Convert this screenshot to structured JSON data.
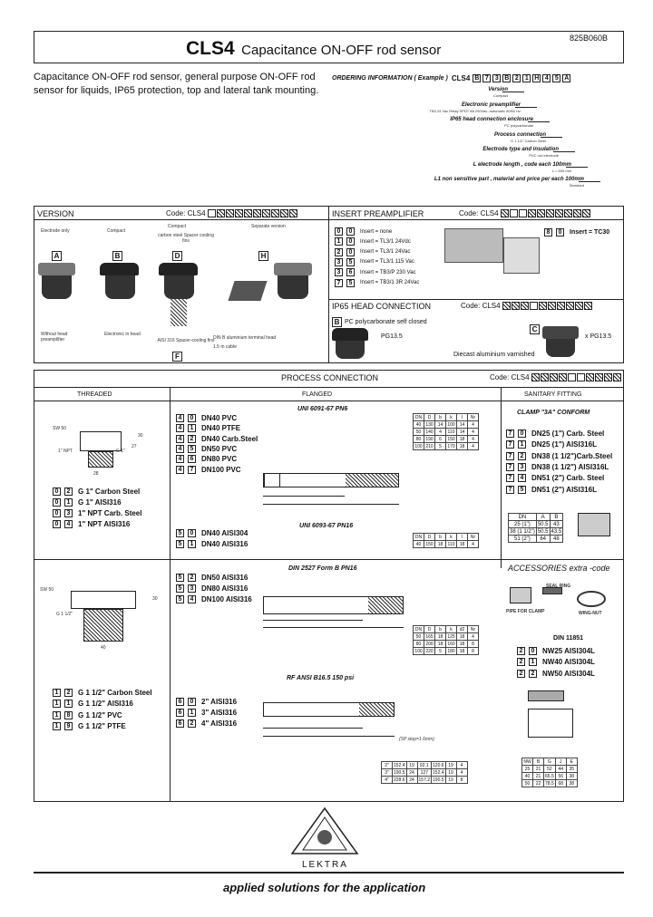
{
  "header": {
    "doc_code": "825B060B",
    "model": "CLS4",
    "subtitle": "Capacitance ON-OFF rod sensor"
  },
  "intro": {
    "text": "Capacitance ON-OFF rod sensor, general purpose ON-OFF rod sensor for liquids, IP65 protection, top and lateral tank mounting."
  },
  "ordering": {
    "title": "ORDERING INFORMATION ( Example )",
    "model": "CLS4",
    "code": [
      "B",
      "7",
      "3",
      "B",
      "2",
      "1",
      "H",
      "4",
      "5",
      "A"
    ],
    "lines": [
      {
        "label": "Version",
        "sub": "Compact"
      },
      {
        "label": "Electronic preamplifier",
        "sub": "TB3 24 Vac Relay SPDT 8A 250Vac, automatic 50/60 Hz"
      },
      {
        "label": "IP65 head connection enclosure",
        "sub": "PC polycarbonate"
      },
      {
        "label": "Process connection",
        "sub": "G 1 1/2\" Carbon Steel"
      },
      {
        "label": "Electrode type and insulation",
        "sub": "PVC rod electrode"
      },
      {
        "label": "L electrode length , code each 100mm",
        "sub": "L = 500 mm"
      },
      {
        "label": "L1 non sensitive part , material and price per each 100mm",
        "sub": "Standard"
      }
    ]
  },
  "version": {
    "title": "VERSION",
    "code_label": "Code: CLS4",
    "items": [
      {
        "letter": "A",
        "name": "Electrode only",
        "note": "Without head preamplifier"
      },
      {
        "letter": "B",
        "name": "Compact",
        "note": "Electronic in head"
      },
      {
        "letter": "D",
        "name": "Compact",
        "note": "carbon steel Spacer cooling fins",
        "note2": "AISI 316 Spacer-cooling fins"
      },
      {
        "letter": "F",
        "name": "",
        "note": ""
      },
      {
        "letter": "H",
        "name": "Separate version",
        "note": "DIN B aluminium terminal head",
        "note2": "1.5 m cable"
      }
    ]
  },
  "insert": {
    "title": "INSERT PREAMPLIFIER",
    "code_label": "Code: CLS4",
    "items": [
      {
        "code": [
          "0",
          "0"
        ],
        "text": "Insert = none"
      },
      {
        "code": [
          "1",
          "0"
        ],
        "text": "Insert = TL3/1 24Vdc"
      },
      {
        "code": [
          "2",
          "0"
        ],
        "text": "Insert = TL3/1 24Vac"
      },
      {
        "code": [
          "3",
          "5"
        ],
        "text": "Insert = TL3/1 115 Vac"
      },
      {
        "code": [
          "3",
          "6"
        ],
        "text": "Insert = TB3/P 230 Vac"
      },
      {
        "code": [
          "7",
          "5"
        ],
        "text": "Insert = TB3/1 3R 24Vac"
      }
    ],
    "extra": {
      "code": [
        "8",
        "0"
      ],
      "text": "Insert = TC30"
    }
  },
  "head": {
    "title": "IP65 HEAD CONNECTION",
    "code_label": "Code: CLS4",
    "item_b": {
      "letter": "B",
      "text": "PC polycarbonate self closed",
      "sub": "PG13.5"
    },
    "item_c": {
      "letter": "C",
      "text": "x PG13.5",
      "sub": "Diecast aluminium varnished"
    }
  },
  "process": {
    "title": "PROCESS CONNECTION",
    "code_label": "Code: CLS4",
    "cols": [
      "THREADED",
      "FLANGED",
      "SANITARY FITTING"
    ],
    "threaded_a": {
      "sw": "SW 50",
      "dims": [
        "1\" NPT",
        "G 1\"",
        "27",
        "30",
        "28"
      ],
      "items": [
        {
          "code": [
            "0",
            "2"
          ],
          "text": "G 1\" Carbon Steel"
        },
        {
          "code": [
            "0",
            "1"
          ],
          "text": "G 1\" AISI316"
        },
        {
          "code": [
            "0",
            "3"
          ],
          "text": "1\" NPT Carb. Steel"
        },
        {
          "code": [
            "0",
            "4"
          ],
          "text": "1\" NPT AISI316"
        }
      ]
    },
    "threaded_b": {
      "sw": "SW 50",
      "dims": [
        "G 1 1/2\"",
        "30",
        "40"
      ],
      "items": [
        {
          "code": [
            "1",
            "2"
          ],
          "text": "G 1 1/2\"  Carbon Steel"
        },
        {
          "code": [
            "1",
            "1"
          ],
          "text": "G 1 1/2\"  AISI316"
        },
        {
          "code": [
            "1",
            "8"
          ],
          "text": "G 1 1/2\"  PVC"
        },
        {
          "code": [
            "1",
            "9"
          ],
          "text": "G 1 1/2\"  PTFE"
        }
      ]
    },
    "flanged_a": {
      "std": "UNI 6091-67 PN6",
      "items": [
        {
          "code": [
            "4",
            "0"
          ],
          "text": "DN40 PVC"
        },
        {
          "code": [
            "4",
            "1"
          ],
          "text": "DN40 PTFE"
        },
        {
          "code": [
            "4",
            "2"
          ],
          "text": "DN40 Carb.Steel"
        },
        {
          "code": [
            "4",
            "5"
          ],
          "text": "DN50 PVC"
        },
        {
          "code": [
            "4",
            "6"
          ],
          "text": "DN80 PVC"
        },
        {
          "code": [
            "4",
            "7"
          ],
          "text": "DN100 PVC"
        }
      ],
      "table_head": [
        "DN",
        "D",
        "b",
        "k",
        "l",
        "Nr"
      ],
      "table_rows": [
        [
          "40",
          "130",
          "14",
          "100",
          "14",
          "4"
        ],
        [
          "50",
          "140",
          "4",
          "110",
          "14",
          "4"
        ],
        [
          "80",
          "190",
          "6",
          "150",
          "18",
          "4"
        ],
        [
          "100",
          "210",
          "5",
          "170",
          "18",
          "4"
        ]
      ]
    },
    "flanged_b": {
      "std": "UNI 6093-67 PN16",
      "items": [
        {
          "code": [
            "5",
            "0"
          ],
          "text": "DN40 AISI304"
        },
        {
          "code": [
            "5",
            "1"
          ],
          "text": "DN40 AISI316"
        }
      ],
      "table_head": [
        "DN",
        "D",
        "b",
        "k",
        "l",
        "Nr"
      ],
      "table_rows": [
        [
          "40",
          "150",
          "18",
          "110",
          "18",
          "4"
        ]
      ]
    },
    "flanged_c": {
      "std": "DIN 2527 Form B PN16",
      "items": [
        {
          "code": [
            "5",
            "2"
          ],
          "text": "DN50 AISI316"
        },
        {
          "code": [
            "5",
            "3"
          ],
          "text": "DN80 AISI316"
        },
        {
          "code": [
            "5",
            "4"
          ],
          "text": "DN100 AISI316"
        }
      ],
      "table_head": [
        "DN",
        "D",
        "b",
        "k",
        "d2",
        "Nr"
      ],
      "table_rows": [
        [
          "50",
          "165",
          "18",
          "125",
          "18",
          "4"
        ],
        [
          "80",
          "200",
          "18",
          "160",
          "18",
          "8"
        ],
        [
          "100",
          "220",
          "5",
          "180",
          "18",
          "8"
        ]
      ]
    },
    "flanged_d": {
      "std": "RF ANSI B16.5 150 psi",
      "sp_note": "(SP stop=1.6mm)",
      "items": [
        {
          "code": [
            "6",
            "0"
          ],
          "text": "2\" AISI316"
        },
        {
          "code": [
            "6",
            "1"
          ],
          "text": "3\" AISI316"
        },
        {
          "code": [
            "6",
            "2"
          ],
          "text": "4\" AISI316"
        }
      ],
      "table_rows": [
        [
          "2\"",
          "152.4",
          "19",
          "92.1",
          "120.6",
          "19",
          "4"
        ],
        [
          "3\"",
          "190.5",
          "24",
          "127",
          "152.4",
          "19",
          "4"
        ],
        [
          "4\"",
          "228.6",
          "24",
          "157.2",
          "190.5",
          "19",
          "8"
        ]
      ]
    },
    "sanitary_a": {
      "std": "CLAMP \"3A\" CONFORM",
      "items": [
        {
          "code": [
            "7",
            "0"
          ],
          "text": "DN25 (1\") Carb. Steel"
        },
        {
          "code": [
            "7",
            "1"
          ],
          "text": "DN25 (1\") AISI316L"
        },
        {
          "code": [
            "7",
            "2"
          ],
          "text": "DN38 (1 1/2\")Carb.Steel"
        },
        {
          "code": [
            "7",
            "3"
          ],
          "text": "DN38 (1 1/2\") AISI316L"
        },
        {
          "code": [
            "7",
            "4"
          ],
          "text": "DN51 (2\") Carb. Steel"
        },
        {
          "code": [
            "7",
            "5"
          ],
          "text": "DN51 (2\") AISI316L"
        }
      ],
      "table_head": [
        "DN",
        "A",
        "B"
      ],
      "table_rows": [
        [
          "25 (1\")",
          "50.5",
          "43"
        ],
        [
          "38 (1 1/2\")",
          "50.5",
          "43.5"
        ],
        [
          "51 (2\")",
          "64",
          "48"
        ]
      ]
    },
    "accessories": {
      "title": "ACCESSORIES extra -code",
      "labels": [
        "SEAL RING",
        "PIPE FOR CLAMP",
        "WING-NUT"
      ]
    },
    "sanitary_b": {
      "std": "DIN 11851",
      "items": [
        {
          "code": [
            "2",
            "0"
          ],
          "text": "NW25 AISI304L"
        },
        {
          "code": [
            "2",
            "1"
          ],
          "text": "NW40 AISI304L"
        },
        {
          "code": [
            "2",
            "2"
          ],
          "text": "NW50 AISI304L"
        }
      ],
      "table_head": [
        "NW",
        "B",
        "G",
        "J",
        "E"
      ],
      "table_rows": [
        [
          "25",
          "21",
          "52",
          "44",
          "35"
        ],
        [
          "40",
          "21",
          "65.5",
          "56",
          "38"
        ],
        [
          "50",
          "22",
          "78.5",
          "68",
          "38"
        ]
      ]
    }
  },
  "footer": {
    "brand": "LEKTRA",
    "tagline": "applied solutions for the application"
  },
  "colors": {
    "ink": "#111111",
    "line": "#222222"
  }
}
